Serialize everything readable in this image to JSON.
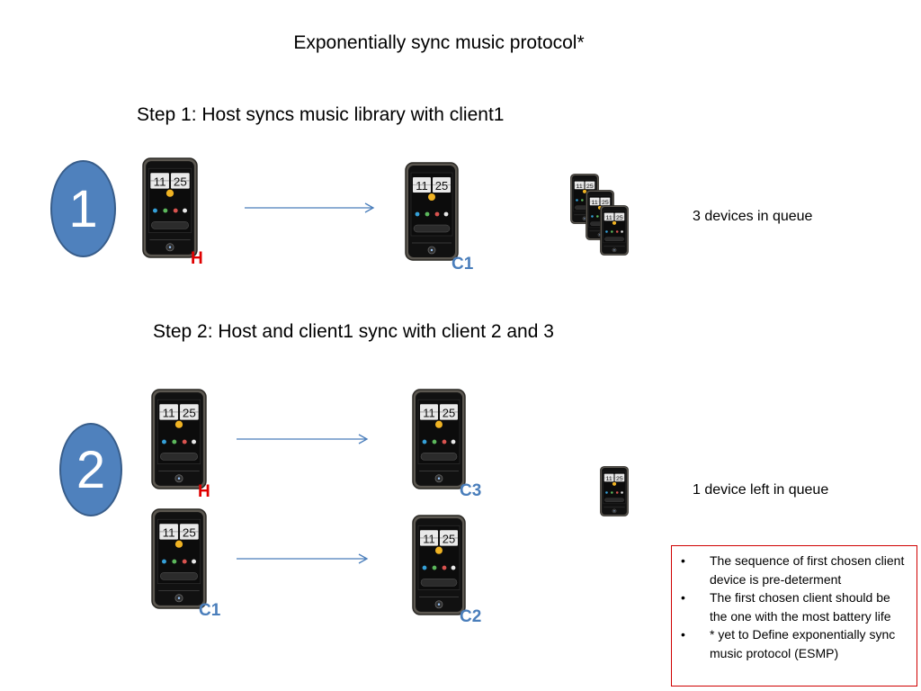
{
  "title": "Exponentially sync music protocol*",
  "step1": {
    "circle_label": "1",
    "heading": "Step 1: Host syncs music library  with client1",
    "host_tag": "H",
    "client_tag": "C1",
    "queue_text": "3 devices in queue"
  },
  "step2": {
    "circle_label": "2",
    "heading": "Step 2: Host and client1 sync with client 2 and 3",
    "host_tag": "H",
    "client1_tag": "C1",
    "client3_tag": "C3",
    "client2_tag": "C2",
    "queue_text": "1 device left in queue"
  },
  "phone_screen": {
    "clock_hours": "11",
    "clock_minutes": "25"
  },
  "notes": {
    "bullet": "•",
    "items": [
      "The sequence of first chosen client device is pre-determent",
      "The first chosen client should be the one with the most battery life",
      "* yet to Define exponentially sync music protocol (ESMP)"
    ]
  },
  "colors": {
    "circle_fill": "#4f81bd",
    "arrow": "#4a7ebb",
    "host_tag": "#e00000",
    "client_tag": "#4a7ebb",
    "note_border": "#d00000"
  }
}
